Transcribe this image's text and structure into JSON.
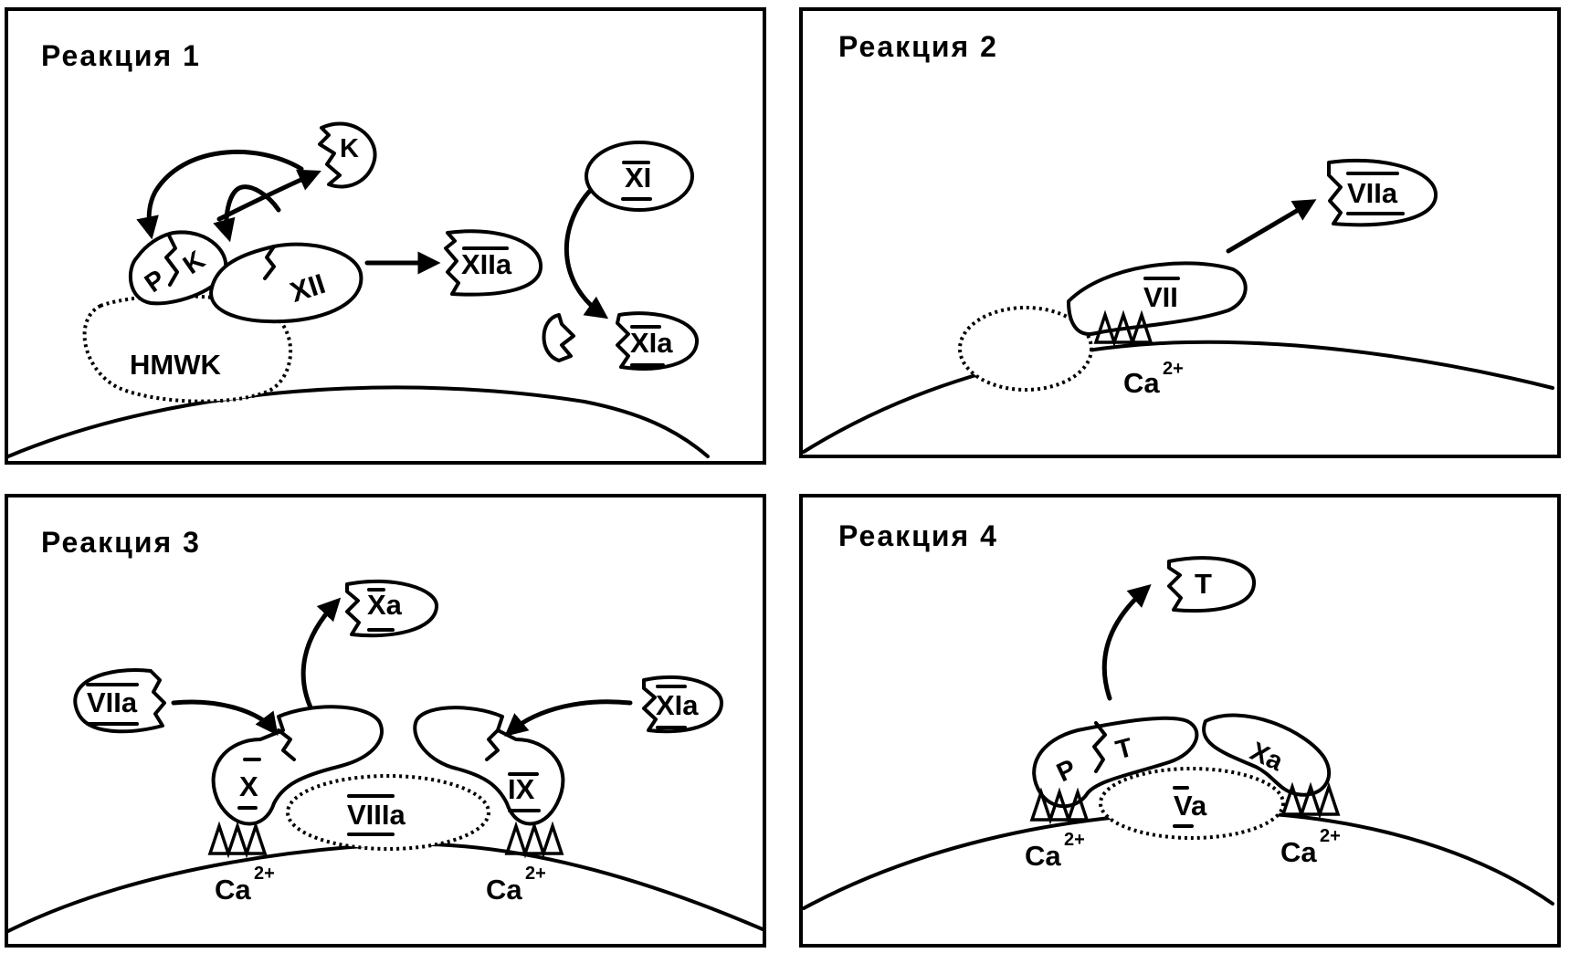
{
  "panels": [
    {
      "title": "Реакция 1",
      "labels": {
        "k": "K",
        "p": "P",
        "k2": "K",
        "xii": "XII",
        "xiia": "XIIa",
        "xi": "XI",
        "xia": "XIa",
        "hmwk": "HMWK"
      }
    },
    {
      "title": "Реакция 2",
      "labels": {
        "vii": "VII",
        "viia": "VIIa",
        "ca": "Ca",
        "ca_sup": "2+"
      }
    },
    {
      "title": "Реакция 3",
      "labels": {
        "viia": "VIIa",
        "xa": "Xa",
        "xia": "XIa",
        "x": "X",
        "viiia": "VIIIa",
        "ix": "IX",
        "ca": "Ca",
        "ca_sup": "2+"
      }
    },
    {
      "title": "Реакция 4",
      "labels": {
        "t": "T",
        "p": "P",
        "t2": "T",
        "xa": "Xa",
        "va": "Va",
        "ca": "Ca",
        "ca_sup": "2+"
      }
    }
  ]
}
